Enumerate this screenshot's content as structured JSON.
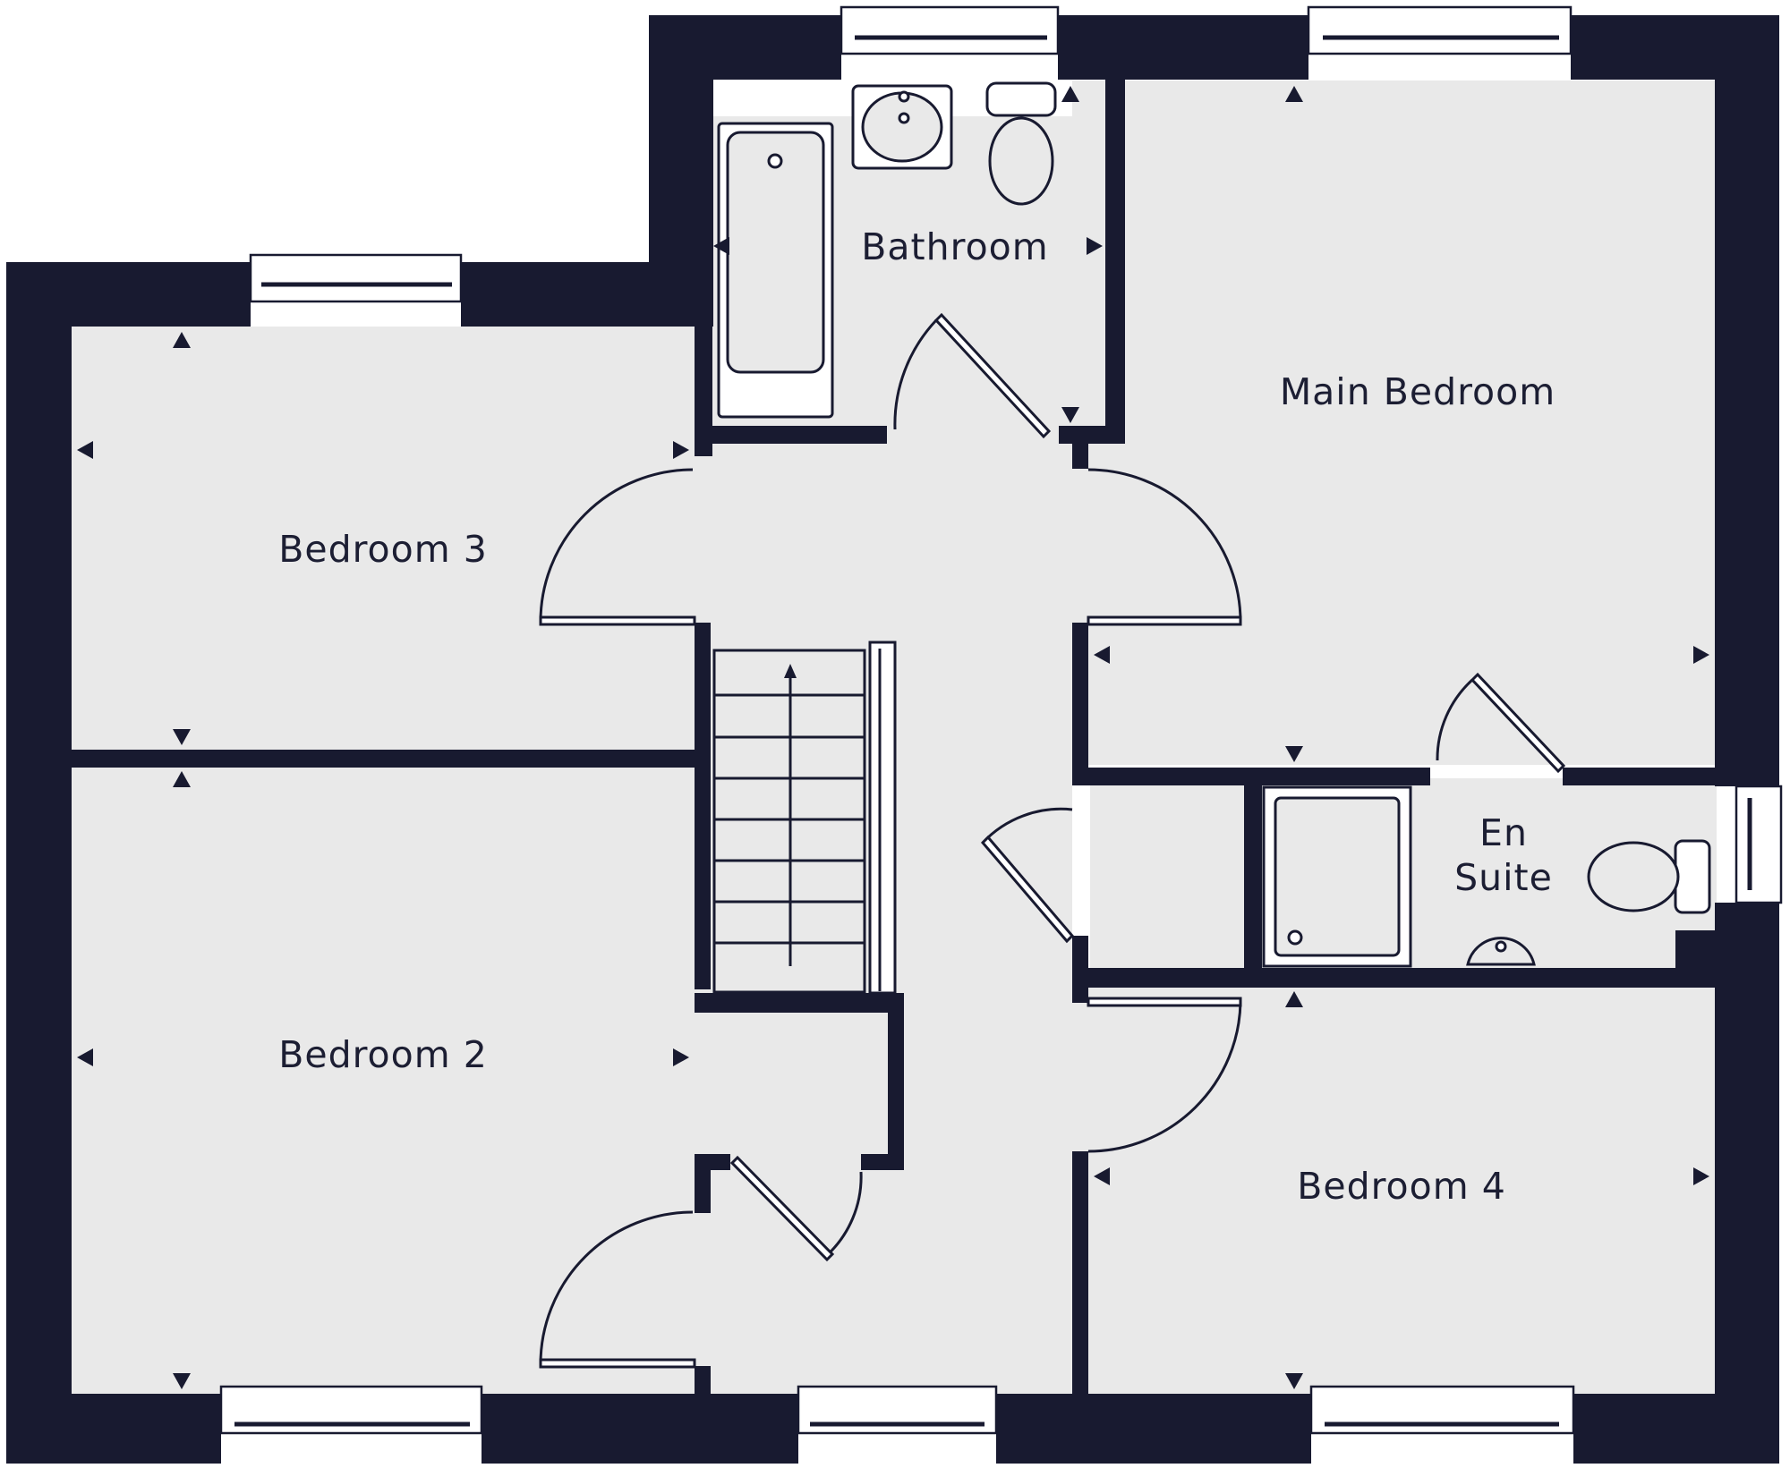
{
  "floor_plan": {
    "colors": {
      "wall": "#181a30",
      "floor": "#e9e9e9",
      "fixture": "#ffffff",
      "label": "#1c1e33"
    },
    "rooms": {
      "bathroom": "Bathroom",
      "main_bedroom": "Main Bedroom",
      "bedroom_3": "Bedroom 3",
      "bedroom_2": "Bedroom 2",
      "bedroom_4": "Bedroom 4",
      "en_suite_line1": "En",
      "en_suite_line2": "Suite"
    },
    "icons": [
      "bathtub-icon",
      "basin-icon",
      "toilet-icon",
      "shower-tray-icon",
      "staircase-icon",
      "window-icon",
      "door-swing-icon",
      "dimension-arrow-icon"
    ]
  }
}
